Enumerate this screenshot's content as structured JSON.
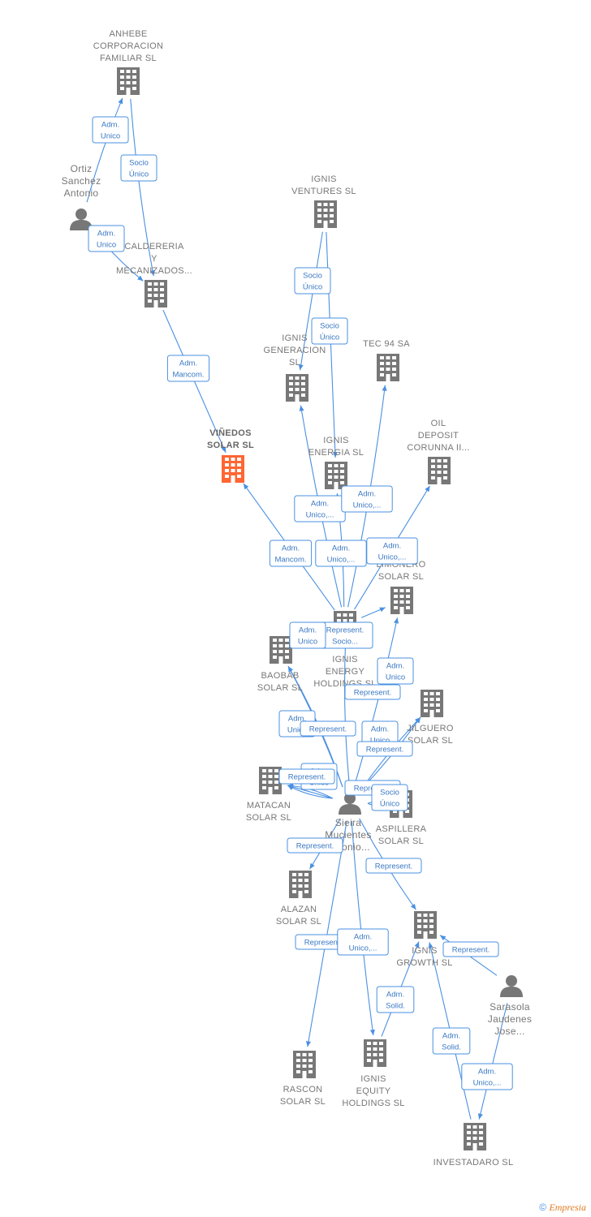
{
  "footer": {
    "copyright": "©",
    "brand": "Empresia"
  },
  "colors": {
    "edge": "#4a90e2",
    "node": "#777777",
    "focus": "#ff6633"
  },
  "nodes": [
    {
      "id": "anhebe",
      "type": "company",
      "lines": [
        "ANHEBE",
        "CORPORACION",
        "FAMILIAR  SL"
      ]
    },
    {
      "id": "ortiz",
      "type": "person",
      "lines": [
        "Ortiz",
        "Sanchez",
        "Antonio"
      ]
    },
    {
      "id": "caldereria",
      "type": "company",
      "lines": [
        "CALDERERIA",
        "Y",
        "MECANIZADOS..."
      ]
    },
    {
      "id": "vinedos",
      "type": "company",
      "focus": true,
      "lines": [
        "VIÑEDOS",
        "SOLAR  SL"
      ]
    },
    {
      "id": "ignis_ventures",
      "type": "company",
      "lines": [
        "IGNIS",
        "VENTURES  SL"
      ]
    },
    {
      "id": "ignis_generacion",
      "type": "company",
      "lines": [
        "IGNIS",
        "GENERACION",
        "SL"
      ]
    },
    {
      "id": "tec94",
      "type": "company",
      "lines": [
        "TEC 94 SA"
      ]
    },
    {
      "id": "ignis_energia",
      "type": "company",
      "lines": [
        "IGNIS",
        "ENERGIA  SL"
      ]
    },
    {
      "id": "oil_deposit",
      "type": "company",
      "lines": [
        "OIL",
        "DEPOSIT",
        "CORUNNA II..."
      ]
    },
    {
      "id": "limonero",
      "type": "company",
      "lines": [
        "LIMONERO",
        "SOLAR  SL"
      ]
    },
    {
      "id": "baobab",
      "type": "company",
      "lines": [
        "BAOBAB",
        "SOLAR  SL"
      ]
    },
    {
      "id": "ignis_energy",
      "type": "company",
      "lines": [
        "IGNIS",
        "ENERGY",
        "HOLDINGS  SL"
      ]
    },
    {
      "id": "jilguero",
      "type": "company",
      "lines": [
        "JILGUERO",
        "SOLAR  SL"
      ]
    },
    {
      "id": "matacan",
      "type": "company",
      "lines": [
        "MATACAN",
        "SOLAR  SL"
      ]
    },
    {
      "id": "sieira",
      "type": "person",
      "lines": [
        "Sieira",
        "Mucientes",
        "Antonio..."
      ]
    },
    {
      "id": "aspillera",
      "type": "company",
      "lines": [
        "ASPILLERA",
        "SOLAR  SL"
      ]
    },
    {
      "id": "alazan",
      "type": "company",
      "lines": [
        "ALAZAN",
        "SOLAR  SL"
      ]
    },
    {
      "id": "ignis_growth",
      "type": "company",
      "lines": [
        "IGNIS",
        "GROWTH  SL"
      ]
    },
    {
      "id": "sarasola",
      "type": "person",
      "lines": [
        "Sarasola",
        "Jaudenes",
        "Jose..."
      ]
    },
    {
      "id": "rascon",
      "type": "company",
      "lines": [
        "RASCON",
        "SOLAR  SL"
      ]
    },
    {
      "id": "ignis_equity",
      "type": "company",
      "lines": [
        "IGNIS",
        "EQUITY",
        "HOLDINGS  SL"
      ]
    },
    {
      "id": "investadaro",
      "type": "company",
      "lines": [
        "INVESTADARO SL"
      ]
    }
  ],
  "relations": [
    {
      "from": "ortiz",
      "to": "anhebe",
      "lines": [
        "Adm.",
        "Unico"
      ]
    },
    {
      "from": "anhebe",
      "to": "caldereria",
      "lines": [
        "Socio",
        "Único"
      ]
    },
    {
      "from": "ortiz",
      "to": "caldereria",
      "lines": [
        "Adm.",
        "Unico"
      ]
    },
    {
      "from": "caldereria",
      "to": "vinedos",
      "lines": [
        "Adm.",
        "Mancom."
      ]
    },
    {
      "from": "ignis_ventures",
      "to": "ignis_generacion",
      "lines": [
        "Socio",
        "Único"
      ]
    },
    {
      "from": "ignis_ventures",
      "to": "ignis_energia",
      "lines": [
        "Socio",
        "Único"
      ]
    },
    {
      "from": "ignis_energy",
      "to": "ignis_generacion",
      "lines": [
        "Adm.",
        "Unico,..."
      ]
    },
    {
      "from": "ignis_energy",
      "to": "tec94",
      "lines": [
        "Adm.",
        "Unico,..."
      ]
    },
    {
      "from": "ignis_energy",
      "to": "vinedos",
      "lines": [
        "Adm.",
        "Mancom."
      ]
    },
    {
      "from": "ignis_energy",
      "to": "ignis_energia",
      "lines": [
        "Adm.",
        "Unico,..."
      ]
    },
    {
      "from": "ignis_energy",
      "to": "oil_deposit",
      "lines": [
        "Adm.",
        "Unico,..."
      ]
    },
    {
      "from": "ignis_energy",
      "to": "limonero",
      "lines": [
        "Represent.",
        "Socio..."
      ]
    },
    {
      "from": "sieira",
      "to": "ignis_energy",
      "lines": [
        "Adm.",
        "Unico"
      ]
    },
    {
      "from": "sieira",
      "to": "limonero",
      "lines": [
        "Adm.",
        "Unico"
      ]
    },
    {
      "from": "sieira",
      "to": "baobab",
      "lines": [
        "Represent."
      ]
    },
    {
      "from": "sieira",
      "to": "matacan",
      "lines": [
        "Adm.",
        "Unico"
      ]
    },
    {
      "from": "sieira",
      "to": "jilguero",
      "lines": [
        "Adm.",
        "Unico"
      ]
    },
    {
      "from": "sieira",
      "to": "baobab",
      "lines": [
        "Represent."
      ]
    },
    {
      "from": "sieira",
      "to": "jilguero",
      "lines": [
        "Represent."
      ]
    },
    {
      "from": "sieira",
      "to": "matacan",
      "lines": [
        "Adm.",
        "Unico"
      ]
    },
    {
      "from": "sieira",
      "to": "matacan",
      "lines": [
        "Represent."
      ]
    },
    {
      "from": "sieira",
      "to": "aspillera",
      "lines": [
        "Represent."
      ]
    },
    {
      "from": "sieira",
      "to": "aspillera",
      "lines": [
        "Socio",
        "Único"
      ]
    },
    {
      "from": "sieira",
      "to": "alazan",
      "lines": [
        "Represent."
      ]
    },
    {
      "from": "sieira",
      "to": "ignis_growth",
      "lines": [
        "Represent."
      ]
    },
    {
      "from": "sieira",
      "to": "rascon",
      "lines": [
        "Represent."
      ]
    },
    {
      "from": "sieira",
      "to": "ignis_equity",
      "lines": [
        "Adm.",
        "Unico,..."
      ]
    },
    {
      "from": "sarasola",
      "to": "ignis_growth",
      "lines": [
        "Represent."
      ]
    },
    {
      "from": "ignis_equity",
      "to": "ignis_growth",
      "lines": [
        "Adm.",
        "Solid."
      ]
    },
    {
      "from": "investadaro",
      "to": "ignis_growth",
      "lines": [
        "Adm.",
        "Solid."
      ]
    },
    {
      "from": "sarasola",
      "to": "investadaro",
      "lines": [
        "Adm.",
        "Unico,..."
      ]
    }
  ]
}
